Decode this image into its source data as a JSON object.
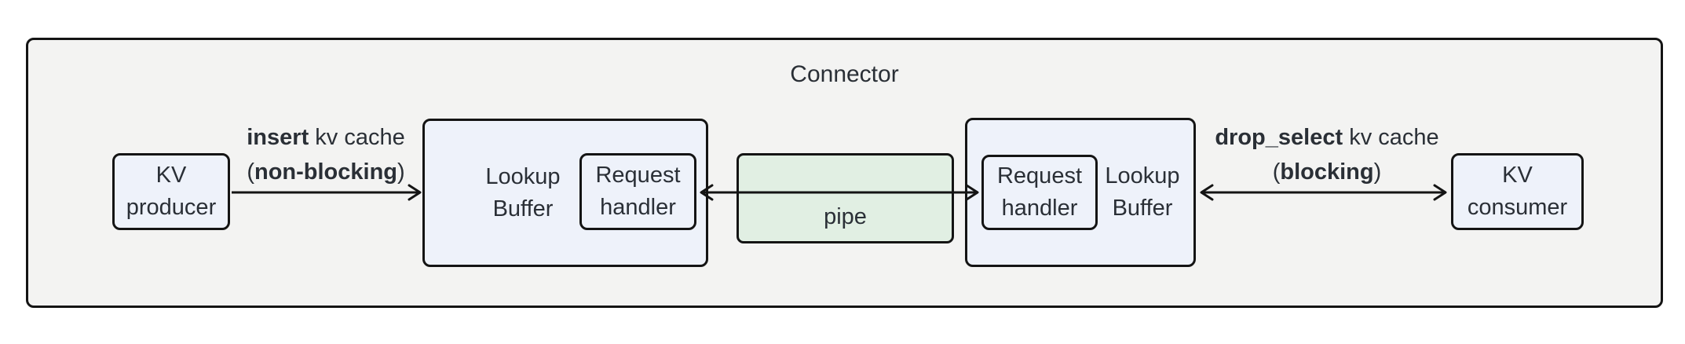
{
  "title": "Connector",
  "nodes": {
    "kv_producer": {
      "lines": [
        "KV",
        "producer"
      ]
    },
    "lookup_buffer_left": {
      "lines": [
        "Lookup",
        "Buffer"
      ]
    },
    "request_handler_left": {
      "lines": [
        "Request",
        "handler"
      ]
    },
    "pipe": {
      "lines": [
        "pipe"
      ]
    },
    "request_handler_right": {
      "lines": [
        "Request",
        "handler"
      ]
    },
    "lookup_buffer_right": {
      "lines": [
        "Lookup",
        "Buffer"
      ]
    },
    "kv_consumer": {
      "lines": [
        "KV",
        "consumer"
      ]
    }
  },
  "edge_labels": {
    "insert": {
      "verb": "insert",
      "suffix": " kv cache",
      "open_paren": "(",
      "mode": "non-blocking",
      "close_paren": ")"
    },
    "drop_select": {
      "verb": "drop_select",
      "suffix": " kv cache",
      "open_paren": "(",
      "mode": "blocking",
      "close_paren": ")"
    }
  },
  "arrows": [
    {
      "name": "insert-arrow",
      "from": "kv_producer",
      "to": "lookup_buffer_left",
      "heads": "end"
    },
    {
      "name": "pipe-arrow",
      "from": "request_handler_left",
      "to": "request_handler_right",
      "heads": "both"
    },
    {
      "name": "drop-select-arrow",
      "from": "lookup_buffer_right",
      "to": "kv_consumer",
      "heads": "both"
    }
  ],
  "colors": {
    "canvas_bg": "#ffffff",
    "container_fill": "#f3f3f2",
    "node_fill": "#eef2fa",
    "pipe_fill": "#e1efe3",
    "border": "#141414",
    "text": "#2a2f36"
  }
}
